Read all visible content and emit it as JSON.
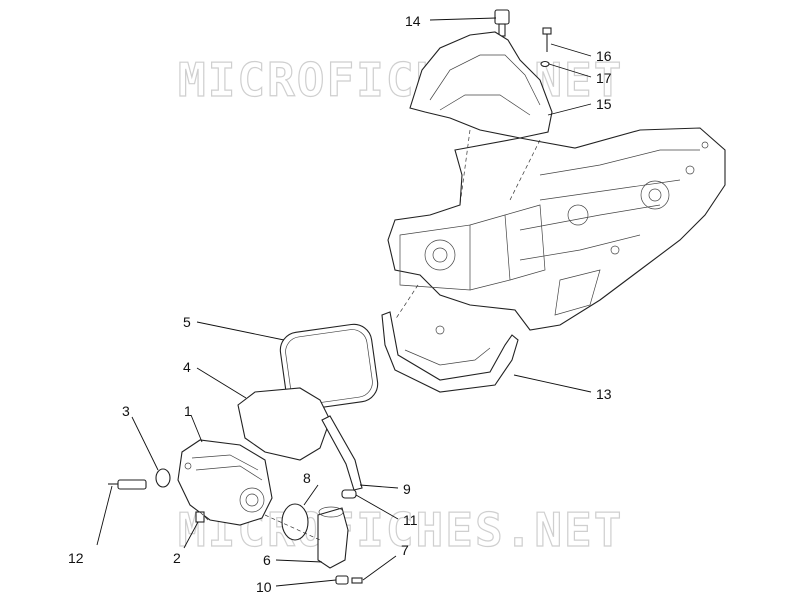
{
  "watermark": {
    "text": "MICROFICHES.NET"
  },
  "callouts": [
    {
      "id": "1",
      "label": "1"
    },
    {
      "id": "2",
      "label": "2"
    },
    {
      "id": "3",
      "label": "3"
    },
    {
      "id": "4",
      "label": "4"
    },
    {
      "id": "5",
      "label": "5"
    },
    {
      "id": "6",
      "label": "6"
    },
    {
      "id": "7",
      "label": "7"
    },
    {
      "id": "8",
      "label": "8"
    },
    {
      "id": "9",
      "label": "9"
    },
    {
      "id": "10",
      "label": "10"
    },
    {
      "id": "11",
      "label": "11"
    },
    {
      "id": "12",
      "label": "12"
    },
    {
      "id": "13",
      "label": "13"
    },
    {
      "id": "14",
      "label": "14"
    },
    {
      "id": "15",
      "label": "15"
    },
    {
      "id": "16",
      "label": "16"
    },
    {
      "id": "17",
      "label": "17"
    }
  ]
}
